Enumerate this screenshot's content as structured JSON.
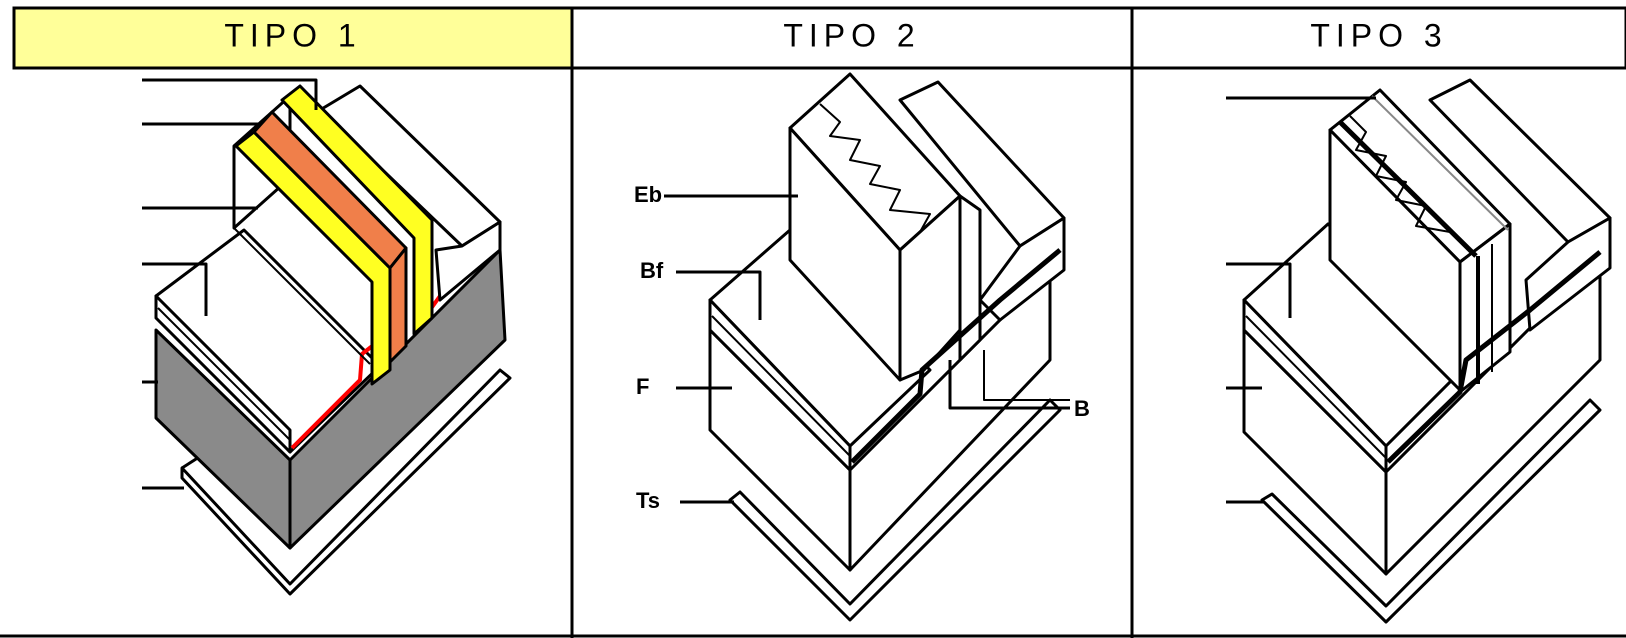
{
  "headers": {
    "tipo1": "TIPO 1",
    "tipo2": "TIPO 2",
    "tipo3": "TIPO 3"
  },
  "panel2_labels": {
    "eb": "Eb",
    "bf": "Bf",
    "f": "F",
    "ts": "Ts",
    "b": "B"
  },
  "colors": {
    "header1_bg": "#ffff99",
    "outline": "#000000",
    "gray_wall": "#8a8a8a",
    "yellow_layer": "#ffff22",
    "orange_layer": "#f07f4a",
    "red_line": "#ff0000"
  }
}
